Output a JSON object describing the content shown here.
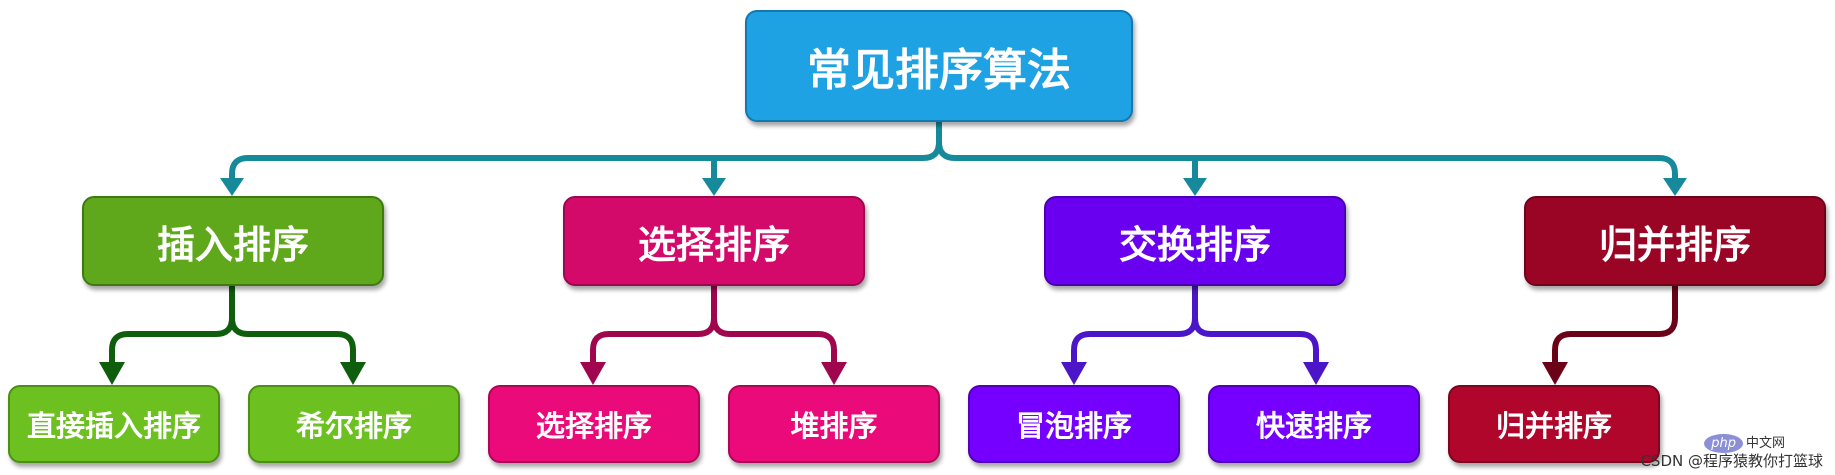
{
  "root": {
    "label": "常见排序算法",
    "color": "#1ea2e3"
  },
  "categories": [
    {
      "label": "插入排序",
      "color": "#5fa81b",
      "line": "#0e5e0e",
      "children": [
        {
          "label": "直接插入排序",
          "color": "#6cc120"
        },
        {
          "label": "希尔排序",
          "color": "#6cc120"
        }
      ]
    },
    {
      "label": "选择排序",
      "color": "#d40a6a",
      "line": "#a0064e",
      "children": [
        {
          "label": "选择排序",
          "color": "#ea0a79"
        },
        {
          "label": "堆排序",
          "color": "#ea0a79"
        }
      ]
    },
    {
      "label": "交换排序",
      "color": "#6a00f0",
      "line": "#4a16c8",
      "children": [
        {
          "label": "冒泡排序",
          "color": "#7500ff"
        },
        {
          "label": "快速排序",
          "color": "#7500ff"
        }
      ]
    },
    {
      "label": "归并排序",
      "color": "#9a0525",
      "line": "#6b0318",
      "children": [
        {
          "label": "归并排序",
          "color": "#b1062b"
        }
      ]
    }
  ],
  "root_line_color": "#168a9a",
  "watermark": {
    "php": "php",
    "site": "中文网",
    "text": "CSDN @程序猿教你打篮球"
  }
}
